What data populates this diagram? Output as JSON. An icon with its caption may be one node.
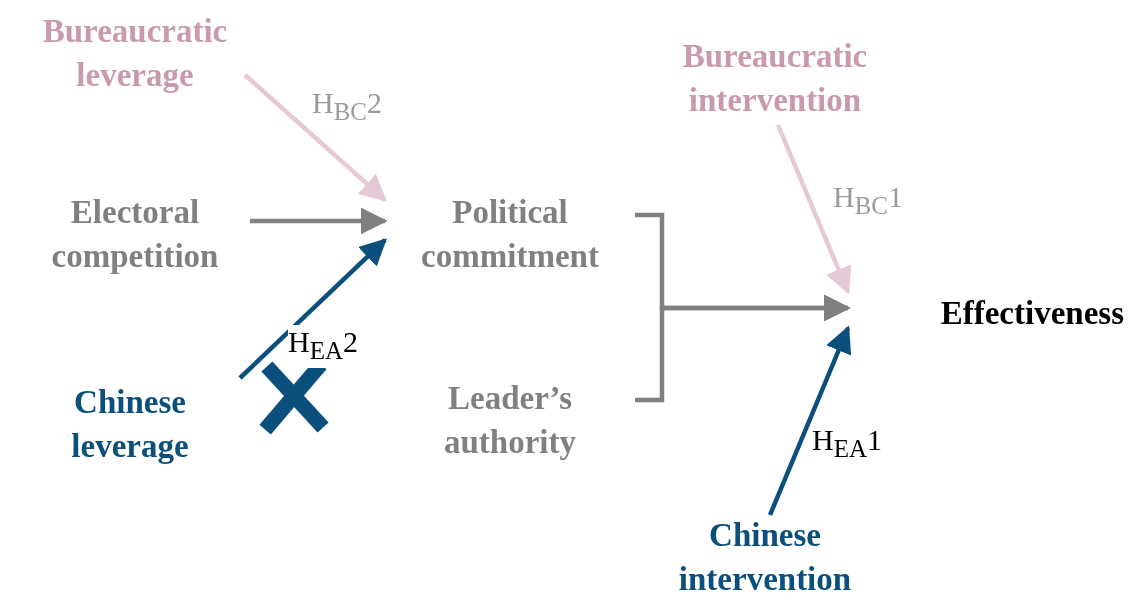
{
  "diagram": {
    "nodes": [
      {
        "text": [
          "Bureaucratic leverage"
        ]
      },
      {
        "text": [
          "Bureaucratic intervention"
        ]
      },
      {
        "text": [
          "Electoral competition"
        ]
      },
      {
        "text": [
          "Political commitment"
        ]
      },
      {
        "text": [
          "Leader’s authority"
        ]
      },
      {
        "text": [
          "Effectiveness"
        ]
      },
      {
        "text": [
          "Chinese leverage"
        ]
      },
      {
        "text": [
          "Chinese intervention"
        ]
      }
    ],
    "edges": [
      {
        "from": 0,
        "to": 3,
        "arrow": "to",
        "label": "H$_{BC}$2",
        "color": "#e6c9d6"
      },
      {
        "from": 2,
        "to": 3,
        "arrow": "to"
      },
      {
        "from": 6,
        "to": 3,
        "arrow": "to",
        "label": "H$_{EA}$2",
        "color": "#0b4f7c"
      },
      {
        "from": 3,
        "to": 5,
        "arrow": "to"
      },
      {
        "from": 4,
        "to": 5,
        "arrow": "to"
      },
      {
        "from": 1,
        "to": 5,
        "arrow": "to",
        "label": "H$_{BC}$1",
        "color": "#e6c9d6"
      },
      {
        "from": 7,
        "to": 5,
        "arrow": "to",
        "label": "H$_{EA}$1",
        "color": "#0b4f7c"
      }
    ]
  }
}
